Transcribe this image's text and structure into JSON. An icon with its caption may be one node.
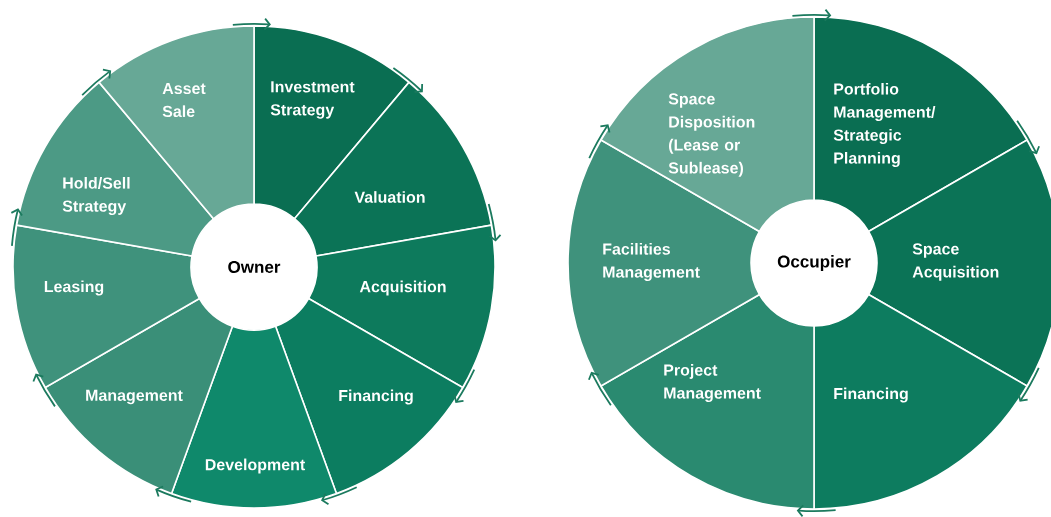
{
  "diagram": {
    "nodes": [
      {
        "text": [
          "Owner"
        ]
      },
      {
        "text": [
          "Investment Strategy"
        ]
      },
      {
        "text": [
          "Valuation"
        ]
      },
      {
        "text": [
          "Acquisition"
        ]
      },
      {
        "text": [
          "Financing"
        ]
      },
      {
        "text": [
          "Development"
        ]
      },
      {
        "text": [
          "Management"
        ]
      },
      {
        "text": [
          "Leasing"
        ]
      },
      {
        "text": [
          "Hold/Sell Strategy"
        ]
      },
      {
        "text": [
          "Asset Sale"
        ]
      },
      {
        "text": [
          "Occupier"
        ]
      },
      {
        "text": [
          "Portfolio Management/ Strategic Planning"
        ]
      },
      {
        "text": [
          "Space Acquisition"
        ]
      },
      {
        "text": [
          "Financing"
        ]
      },
      {
        "text": [
          "Project Management"
        ]
      },
      {
        "text": [
          "Facilities Management"
        ]
      },
      {
        "text": [
          "Space Disposition (Lease or Sublease)"
        ]
      }
    ],
    "edges": [
      {
        "from": 9,
        "to": 1,
        "arrow": "to"
      },
      {
        "from": 1,
        "to": 2,
        "arrow": "to"
      },
      {
        "from": 2,
        "to": 3,
        "arrow": "to"
      },
      {
        "from": 3,
        "to": 4,
        "arrow": "to"
      },
      {
        "from": 4,
        "to": 5,
        "arrow": "to"
      },
      {
        "from": 5,
        "to": 6,
        "arrow": "to"
      },
      {
        "from": 6,
        "to": 7,
        "arrow": "to"
      },
      {
        "from": 7,
        "to": 8,
        "arrow": "to"
      },
      {
        "from": 8,
        "to": 9,
        "arrow": "to"
      },
      {
        "from": 16,
        "to": 11,
        "arrow": "to"
      },
      {
        "from": 11,
        "to": 12,
        "arrow": "to"
      },
      {
        "from": 12,
        "to": 13,
        "arrow": "to"
      },
      {
        "from": 13,
        "to": 14,
        "arrow": "to"
      },
      {
        "from": 14,
        "to": 15,
        "arrow": "to"
      },
      {
        "from": 15,
        "to": 16,
        "arrow": "to"
      }
    ]
  }
}
